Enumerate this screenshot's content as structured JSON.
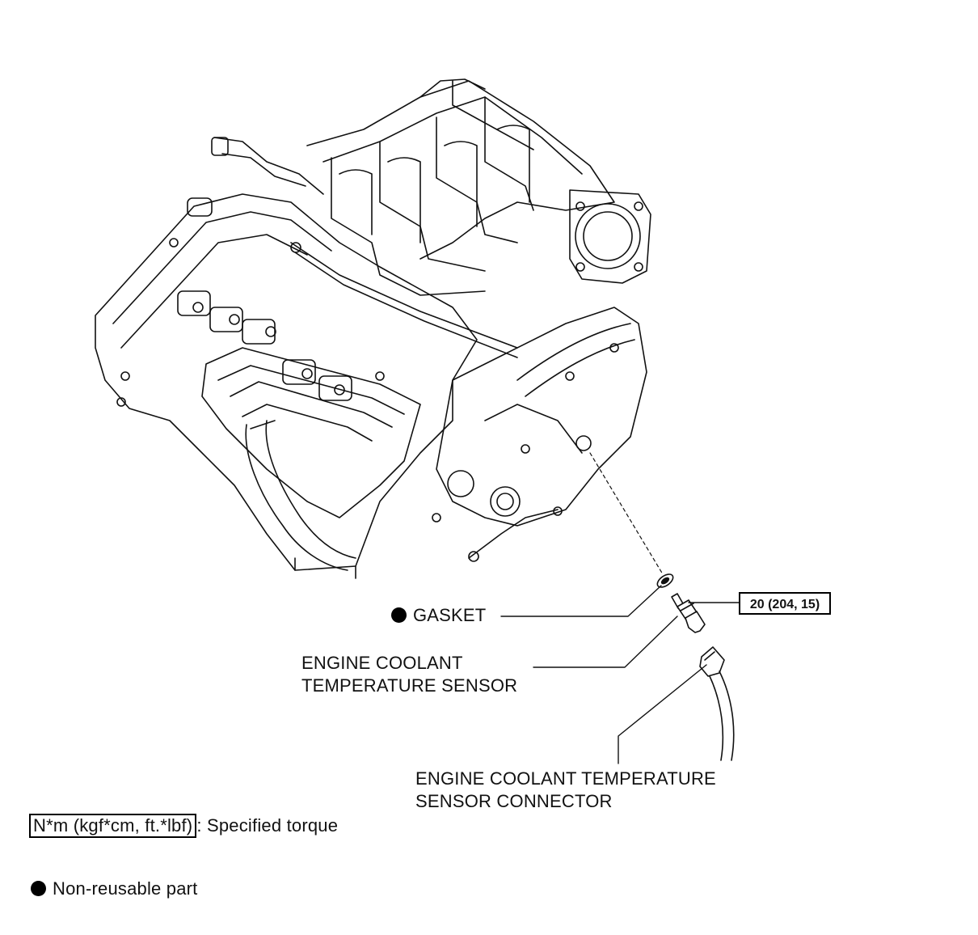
{
  "labels": {
    "gasket": "GASKET",
    "sensor_line1": "ENGINE COOLANT",
    "sensor_line2": "TEMPERATURE SENSOR",
    "connector_line1": "ENGINE COOLANT TEMPERATURE",
    "connector_line2": "SENSOR CONNECTOR"
  },
  "torque": {
    "value": "20 (204, 15)"
  },
  "legend": {
    "torque_units": "N*m (kgf*cm, ft.*lbf)",
    "torque_desc": ": Specified torque",
    "non_reusable": "Non-reusable part"
  },
  "icons": {
    "non_reusable_marker": "black-filled-circle"
  },
  "colors": {
    "line": "#000000",
    "background": "#ffffff"
  }
}
